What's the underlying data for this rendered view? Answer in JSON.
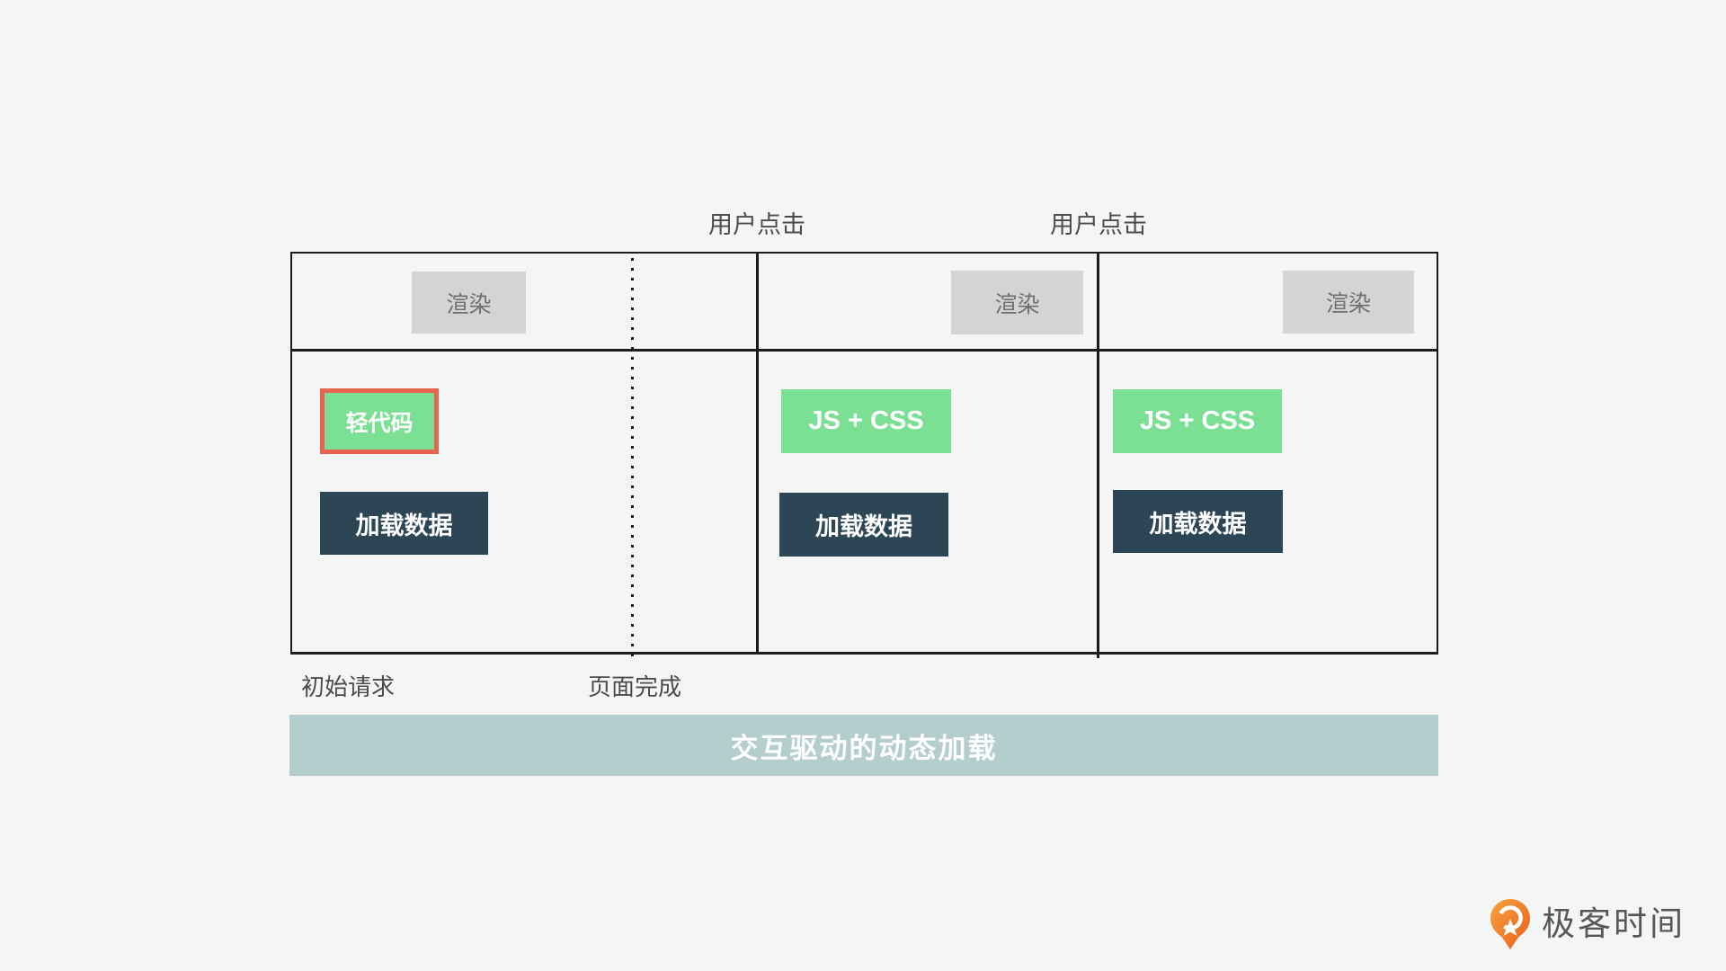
{
  "top_labels": {
    "user_click_1": "用户点击",
    "user_click_2": "用户点击"
  },
  "sections": [
    {
      "render": "渲染",
      "code": "轻代码",
      "data": "加载数据",
      "code_highlighted": true
    },
    {
      "render": "渲染",
      "code": "JS + CSS",
      "data": "加载数据",
      "code_highlighted": false
    },
    {
      "render": "渲染",
      "code": "JS + CSS",
      "data": "加载数据",
      "code_highlighted": false
    }
  ],
  "axis_labels": {
    "initial_request": "初始请求",
    "page_complete": "页面完成"
  },
  "banner": {
    "label": "交互驱动的动态加载"
  },
  "logo": {
    "brand": "极客时间",
    "icon": "geektime-pin-icon"
  },
  "colors": {
    "background": "#f4f6f5",
    "line": "#1c1c1c",
    "render_bg": "#d4d4d4",
    "render_text": "#6f6f6f",
    "code_green": "#7be093",
    "highlight_red": "#e86450",
    "data_navy": "#2c4656",
    "banner_bg": "#b3cecd",
    "label_text": "#4c4c4c",
    "logo_text": "#595757",
    "logo_orange_light": "#f7a23c",
    "logo_orange_dark": "#eb5f1d"
  }
}
